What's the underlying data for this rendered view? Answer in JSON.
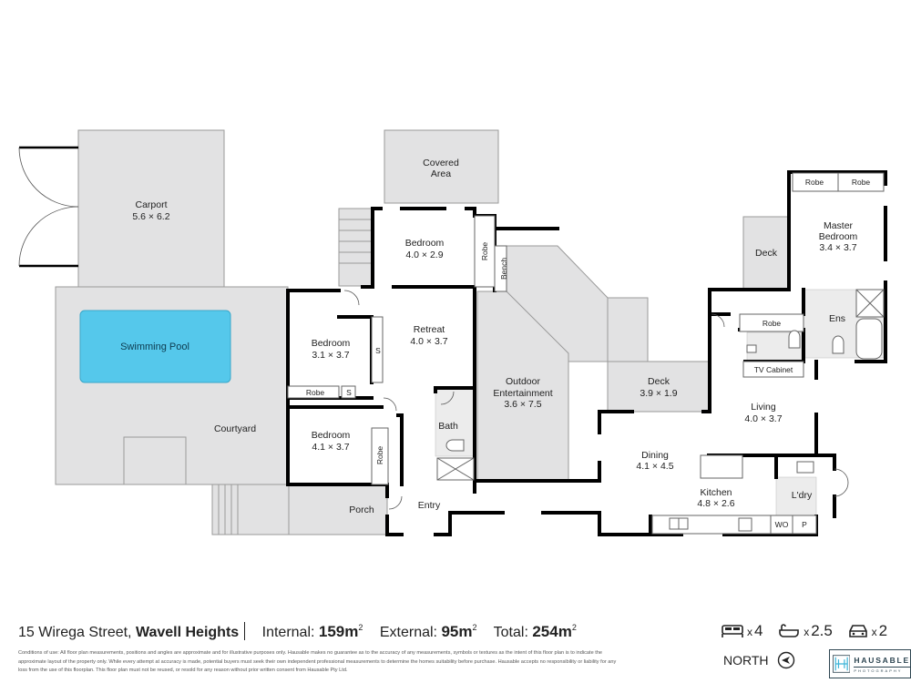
{
  "plan": {
    "rooms": {
      "carport": {
        "name": "Carport",
        "dims": "5.6 × 6.2"
      },
      "covered_area": {
        "name": "Covered",
        "name2": "Area"
      },
      "bedroom_top": {
        "name": "Bedroom",
        "dims": "4.0 × 2.9"
      },
      "robe_top": {
        "name": "Robe"
      },
      "bench": {
        "name": "Bench"
      },
      "swimming_pool": {
        "name": "Swimming Pool"
      },
      "courtyard": {
        "name": "Courtyard"
      },
      "bedroom_mid": {
        "name": "Bedroom",
        "dims": "3.1 × 3.7"
      },
      "retreat": {
        "name": "Retreat",
        "dims": "4.0 × 3.7"
      },
      "storage_s1": {
        "name": "S"
      },
      "storage_s2": {
        "name": "S"
      },
      "robe_mid": {
        "name": "Robe"
      },
      "bedroom_low": {
        "name": "Bedroom",
        "dims": "4.1 × 3.7"
      },
      "robe_low": {
        "name": "Robe"
      },
      "bath": {
        "name": "Bath"
      },
      "outdoor_entertainment": {
        "name": "Outdoor",
        "name2": "Entertainment",
        "dims": "3.6 × 7.5"
      },
      "deck_mid": {
        "name": "Deck",
        "dims": "3.9 × 1.9"
      },
      "deck_master": {
        "name": "Deck"
      },
      "master_bedroom": {
        "name": "Master",
        "name2": "Bedroom",
        "dims": "3.4 × 3.7"
      },
      "robe_master_1": {
        "name": "Robe"
      },
      "robe_master_2": {
        "name": "Robe"
      },
      "robe_hall": {
        "name": "Robe"
      },
      "ensuite": {
        "name": "Ens"
      },
      "tv_cabinet": {
        "name": "TV Cabinet"
      },
      "living": {
        "name": "Living",
        "dims": "4.0 × 3.7"
      },
      "dining": {
        "name": "Dining",
        "dims": "4.1 × 4.5"
      },
      "kitchen": {
        "name": "Kitchen",
        "dims": "4.8 × 2.6"
      },
      "laundry": {
        "name": "L'dry"
      },
      "wo": {
        "name": "WO"
      },
      "pantry": {
        "name": "P"
      },
      "porch": {
        "name": "Porch"
      },
      "entry": {
        "name": "Entry"
      }
    },
    "colors": {
      "exterior_fill": "#e2e2e3",
      "pool_fill": "#55c8eb",
      "wall": "#000000",
      "tile": "#d4d4d4"
    }
  },
  "footer": {
    "address_street": "15 Wirega Street,",
    "address_suburb": "Wavell Heights",
    "internal_label": "Internal:",
    "internal_value": "159m",
    "external_label": "External:",
    "external_value": "95m",
    "total_label": "Total:",
    "total_value": "254m",
    "unit_sup": "2",
    "conditions": "Conditions of use: All floor plan measurements, positions and angles are approximate and for illustrative purposes only. Hausable makes no guarantee as to the accuracy of any measurements, symbols or textures as the intent of this floor plan is to indicate the approximate layout of the property only. While every attempt at accuracy is made, potential buyers must seek their own independent professional measurements to determine the homes suitability before purchase. Hausable accepts no responsibility or liability for any loss from the use of this floorplan. This floor plan must not be reused, or resold for any reason without prior written consent from Hausable Pty Ltd.",
    "stats": {
      "bed_icon": "bed-icon",
      "bedrooms": "4",
      "bath_icon": "bathtub-icon",
      "bathrooms": "2.5",
      "car_icon": "car-icon",
      "cars": "2",
      "multiplier": "x"
    },
    "north_label": "NORTH",
    "north_icon": "north-arrow-icon",
    "logo_title": "HAUSABLE",
    "logo_sub": "PHOTOGRAPHY"
  }
}
